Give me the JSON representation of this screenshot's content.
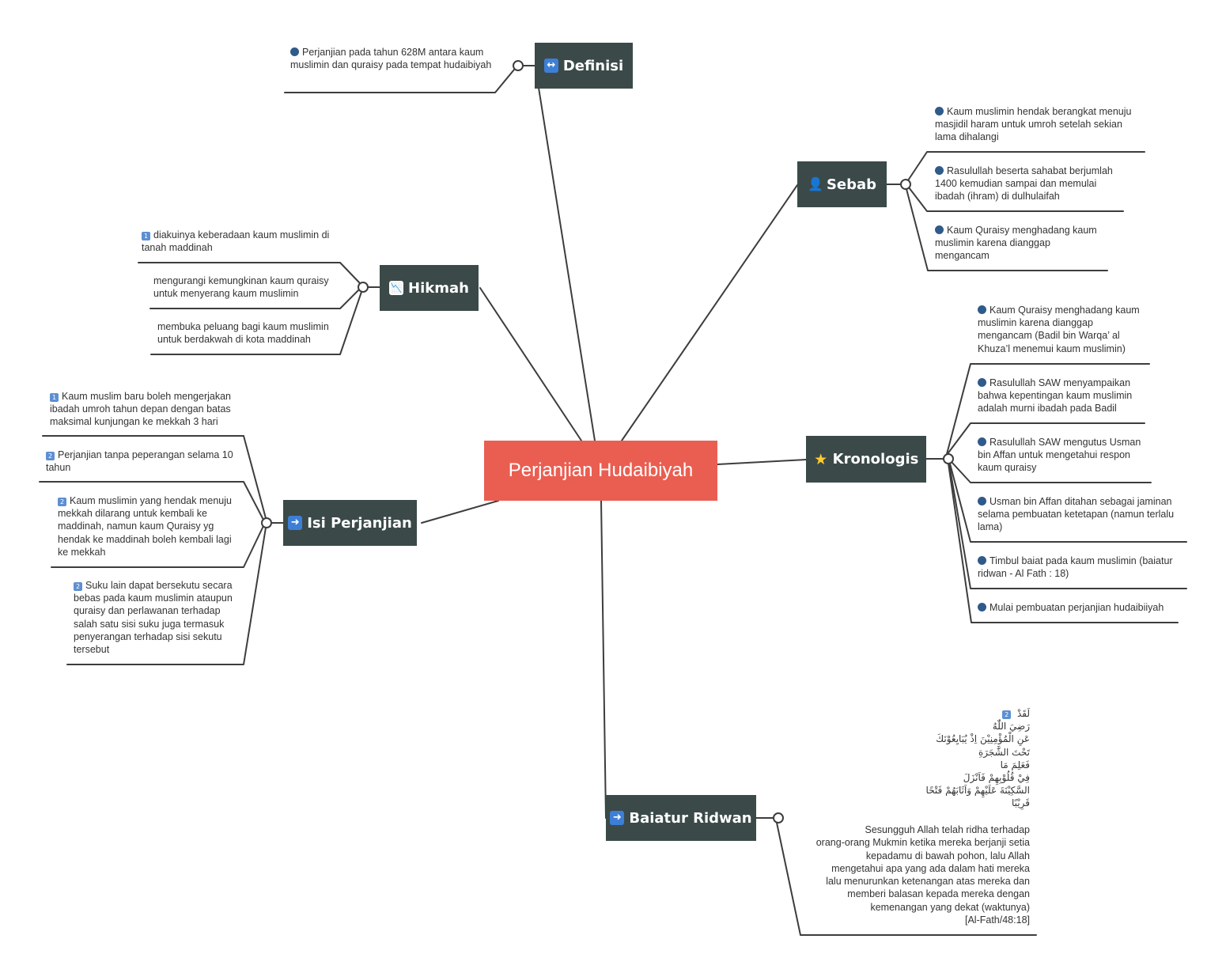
{
  "root": {
    "title": "Perjanjian Hudaibiyah"
  },
  "topics": {
    "definisi": {
      "label": "Definisi",
      "icon": "left-right-arrow-icon"
    },
    "sebab": {
      "label": "Sebab",
      "icon": "user-icon"
    },
    "hikmah": {
      "label": "Hikmah",
      "icon": "chart-decreasing-icon"
    },
    "kronologis": {
      "label": "Kronologis",
      "icon": "star-icon"
    },
    "isi": {
      "label": "Isi Perjanjian",
      "icon": "right-arrow-icon"
    },
    "baiatur": {
      "label": "Baiatur Ridwan",
      "icon": "right-arrow-icon"
    }
  },
  "definisi": [
    "Perjanjian pada tahun 628M antara kaum muslimin dan quraisy pada tempat hudaibiyah"
  ],
  "sebab": [
    "Kaum muslimin hendak berangkat menuju masjidil haram untuk umroh setelah sekian lama dihalangi",
    "Rasulullah beserta sahabat berjumlah 1400 kemudian sampai dan memulai ibadah (ihram) di dulhulaifah",
    "Kaum Quraisy menghadang kaum muslimin karena dianggap mengancam"
  ],
  "hikmah": {
    "marker": "1",
    "items": [
      "diakuinya keberadaan kaum muslimin di tanah maddinah",
      "mengurangi kemungkinan kaum quraisy untuk menyerang kaum muslimin",
      "membuka peluang bagi kaum muslimin untuk berdakwah di kota maddinah"
    ]
  },
  "kronologis": [
    "Kaum Quraisy menghadang kaum muslimin karena dianggap mengancam (Badil bin Warqa’ al Khuza’l  menemui kaum muslimin)",
    "Rasulullah SAW menyampaikan bahwa kepentingan kaum muslimin adalah murni ibadah pada Badil",
    "Rasulullah SAW mengutus Usman bin Affan untuk mengetahui respon kaum quraisy",
    "Usman bin Affan ditahan sebagai jaminan selama pembuatan ketetapan (namun terlalu lama)",
    "Timbul baiat pada kaum muslimin (baiatur ridwan - Al Fath : 18)",
    "Mulai pembuatan perjanjian hudaibiiyah"
  ],
  "isi": [
    {
      "marker": "1",
      "text": "Kaum muslim baru boleh mengerjakan ibadah umroh tahun depan dengan batas maksimal kunjungan ke mekkah 3 hari"
    },
    {
      "marker": "2",
      "text": "Perjanjian tanpa peperangan selama 10 tahun"
    },
    {
      "marker": "2",
      "text": "Kaum muslimin yang hendak menuju mekkah dilarang untuk kembali ke maddinah, namun kaum Quraisy yg hendak ke maddinah boleh kembali lagi ke mekkah"
    },
    {
      "marker": "2",
      "text": "Suku lain dapat bersekutu secara bebas pada kaum muslimin ataupun quraisy dan perlawanan terhadap salah satu sisi suku juga termasuk penyerangan terhadap sisi sekutu tersebut"
    }
  ],
  "baiatur": {
    "marker": "2",
    "arabic": [
      "لَقَدْ",
      "رَضِيَ اللّٰهُ",
      "عَنِ الْمُؤْمِنِيْنَ اِذْ يُبَايِعُوْنَكَ",
      "تَحْتَ الشَّجَرَةِ",
      "فَعَلِمَ مَا",
      "فِيْ قُلُوْبِهِمْ فَاَنْزَلَ",
      "السَّكِيْنَةَ عَلَيْهِمْ وَاَثَابَهُمْ فَتْحًا",
      "قَرِيْبًا"
    ],
    "translation": [
      "Sesungguh Allah telah ridha terhadap",
      "orang-orang Mukmin ketika mereka berjanji setia",
      "kepadamu di bawah pohon, lalu Allah",
      "mengetahui apa yang ada dalam hati mereka",
      "lalu menurunkan ketenangan atas mereka dan",
      "memberi balasan kepada mereka dengan",
      "kemenangan yang dekat (waktunya)",
      "[Al-Fath/48:18]"
    ]
  },
  "colors": {
    "root": "#ea5e51",
    "topic": "#3b4a49",
    "line": "#3d3d3d",
    "bullet": "#2f5a8a"
  }
}
